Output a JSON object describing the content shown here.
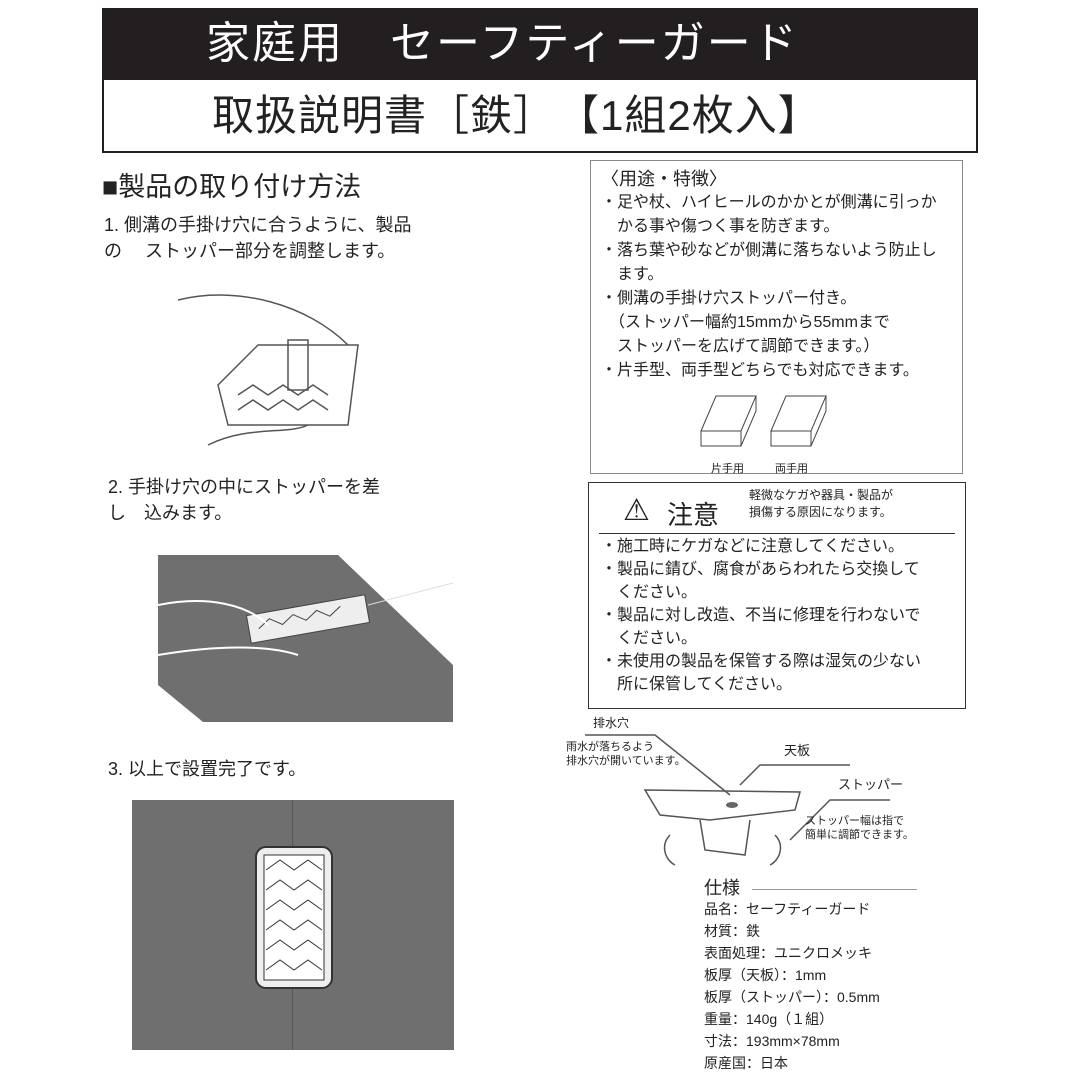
{
  "header": {
    "title": "家庭用　セーフティーガード",
    "subtitle": "取扱説明書［鉄］　【1組2枚入】"
  },
  "install": {
    "heading": "■製品の取り付け方法",
    "step1": [
      "1. 側溝の手掛け穴に合うように、製品",
      "の　 ストッパー部分を調整します。"
    ],
    "step2": [
      "2. 手掛け穴の中にストッパーを差",
      "し　込みます。"
    ],
    "step3": "3. 以上で設置完了です。"
  },
  "features": {
    "heading": "〈用途・特徴〉",
    "lines": [
      "・足や杖、ハイヒールのかかとが側溝に引っか",
      "　かる事や傷つく事を防ぎます。",
      "・落ち葉や砂などが側溝に落ちないよう防止し",
      "　ます。",
      "・側溝の手掛け穴ストッパー付き。",
      "　（ストッパー幅約15mmから55mmまで",
      "　ストッパーを広げて調節できます。）",
      "・片手型、両手型どちらでも対応できます。"
    ],
    "type_one": "片手用",
    "type_two": "両手用"
  },
  "caution": {
    "title": "注意",
    "note": [
      "軽微なケガや器具・製品が",
      "損傷する原因になります。"
    ],
    "lines": [
      "・施工時にケガなどに注意してください。",
      "・製品に錆び、腐食があらわれたら交換して",
      "　ください。",
      "・製品に対し改造、不当に修理を行わないで",
      "　ください。",
      "・未使用の製品を保管する際は湿気の少ない",
      "　所に保管してください。"
    ]
  },
  "diagram": {
    "drain_hole": "排水穴",
    "drain_note": [
      "雨水が落ちるよう",
      "排水穴が開いています。"
    ],
    "top_plate": "天板",
    "stopper": "ストッパー",
    "stopper_note": [
      "ストッパー幅は指で",
      "簡単に調節できます。"
    ]
  },
  "spec": {
    "heading": "仕様",
    "lines": [
      "品名：セーフティーガード",
      "材質：鉄",
      "表面処理：ユニクロメッキ",
      "板厚（天板）：1mm",
      "板厚（ストッパー）：0.5mm",
      "重量：140g（１組）",
      "寸法：193mm×78mm",
      "原産国：日本"
    ]
  }
}
